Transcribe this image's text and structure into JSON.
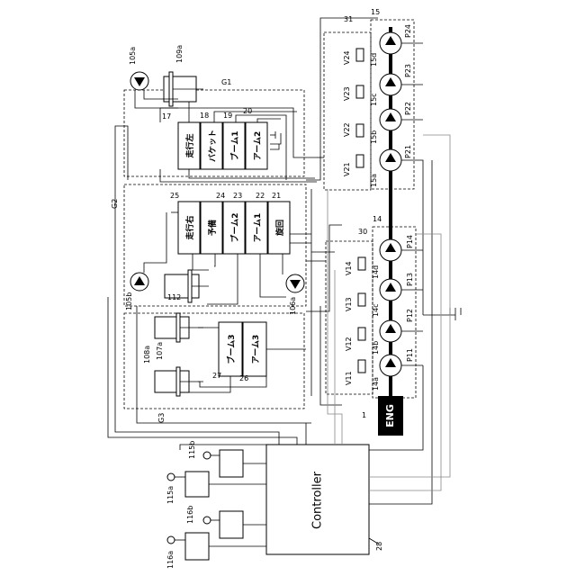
{
  "controller": {
    "label": "Controller",
    "ref": "28"
  },
  "engine": {
    "label": "ENG",
    "ref": "1"
  },
  "groups": {
    "g1": "G1",
    "g2": "G2",
    "g3": "G3"
  },
  "pump_groups": {
    "front": "14",
    "rear": "15",
    "valve_front": "30",
    "valve_rear": "31"
  },
  "pumps_front": [
    "P11",
    "P12",
    "P13",
    "P14"
  ],
  "pumps_rear": [
    "P21",
    "P22",
    "P23",
    "P24"
  ],
  "regulators_front": [
    "14a",
    "14b",
    "14c",
    "14d"
  ],
  "regulators_rear": [
    "15a",
    "15b",
    "15c",
    "15d"
  ],
  "valves_front": [
    "V11",
    "V12",
    "V13",
    "V14"
  ],
  "valves_rear": [
    "V21",
    "V22",
    "V23",
    "V24"
  ],
  "g1_blocks": [
    {
      "ref": "17",
      "label": "走行左"
    },
    {
      "ref": "18",
      "label": "バケット"
    },
    {
      "ref": "19",
      "label": "ブーム1"
    },
    {
      "ref": "20",
      "label": "アーム2"
    }
  ],
  "g2_blocks": [
    {
      "ref": "25",
      "label": "走行右"
    },
    {
      "ref": "24",
      "label": "予備"
    },
    {
      "ref": "23",
      "label": "ブーム2"
    },
    {
      "ref": "22",
      "label": "アーム1"
    },
    {
      "ref": "21",
      "label": "旋回"
    }
  ],
  "g3_blocks": [
    {
      "ref": "27",
      "label": "ブーム3"
    },
    {
      "ref": "26",
      "label": "アーム3"
    }
  ],
  "actuators": {
    "a105a": "105a",
    "a109a": "109a",
    "a105b": "105b",
    "a112": "112",
    "a106a": "106a",
    "a107a": "107a",
    "a108a": "108a"
  },
  "inputs": [
    "115b",
    "115a",
    "116b",
    "116a"
  ]
}
